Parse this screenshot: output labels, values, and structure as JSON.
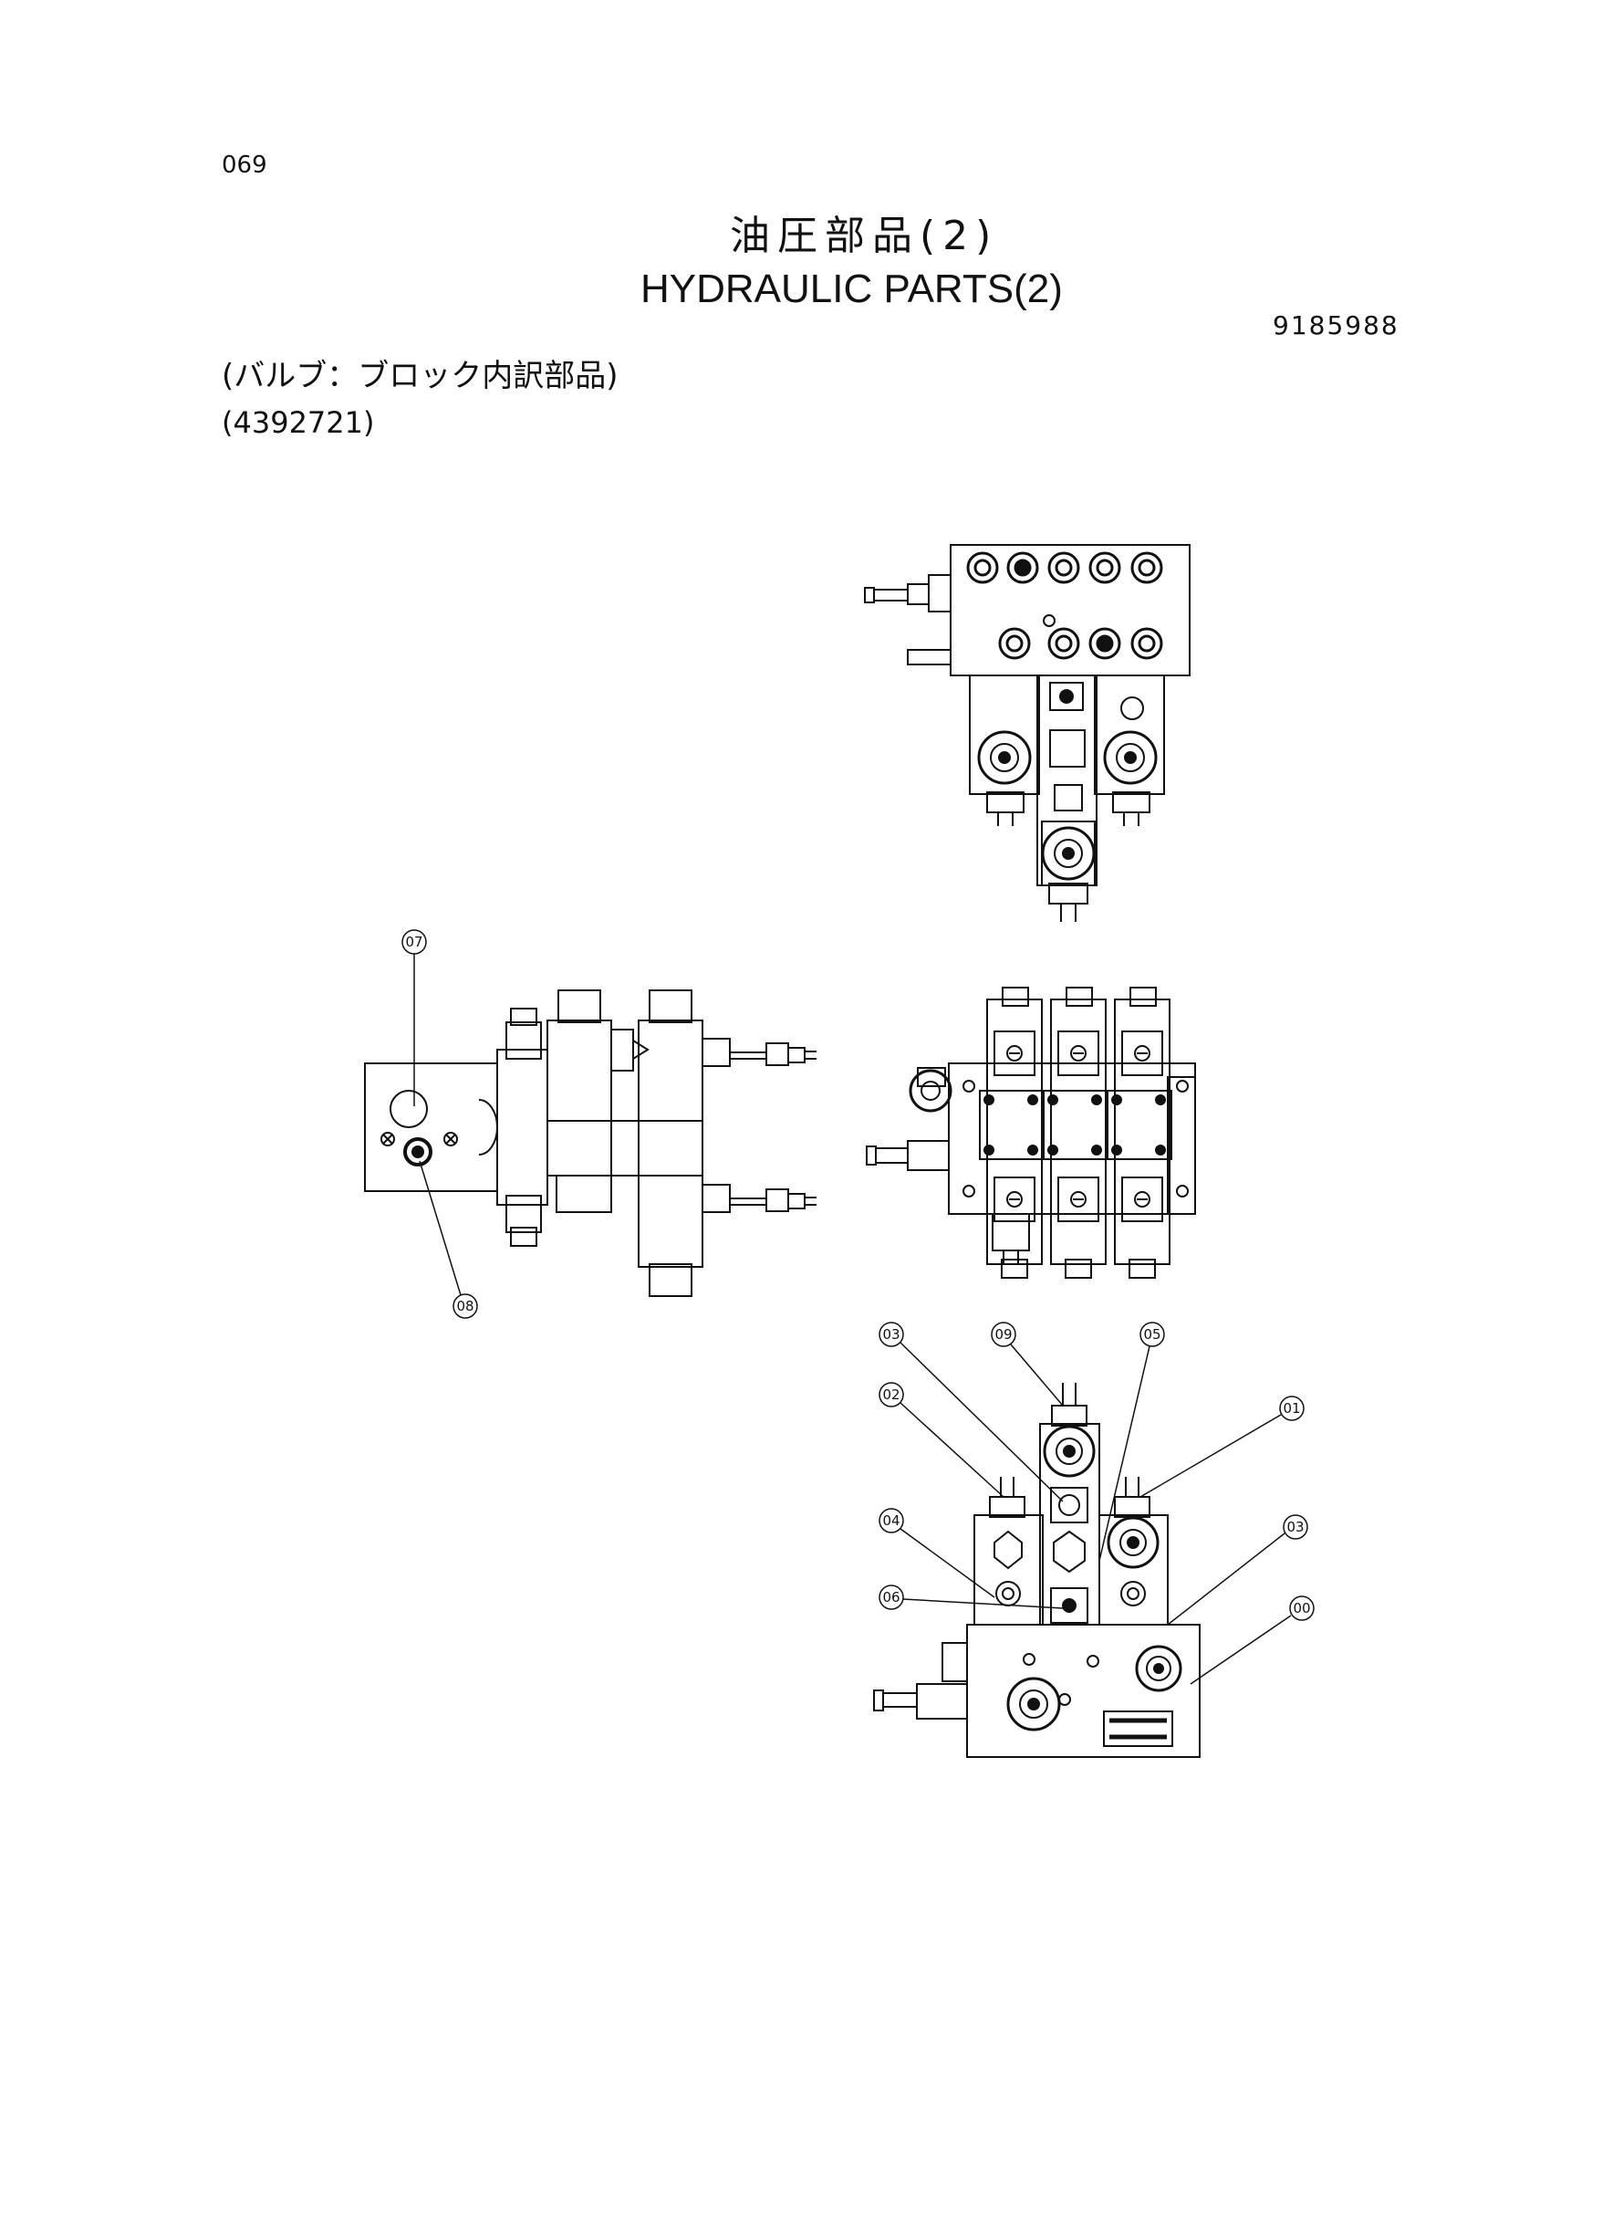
{
  "header": {
    "page_number": "069",
    "title_jp": "油圧部品(2)",
    "title_en": "HYDRAULIC PARTS(2)",
    "part_number": "9185988",
    "subtitle_jp": "(バルブ：ブロック内訳部品)",
    "subtitle_no": "(4392721)"
  },
  "callouts": [
    "07",
    "08",
    "03",
    "09",
    "05",
    "02",
    "01",
    "04",
    "03",
    "06",
    "00"
  ]
}
